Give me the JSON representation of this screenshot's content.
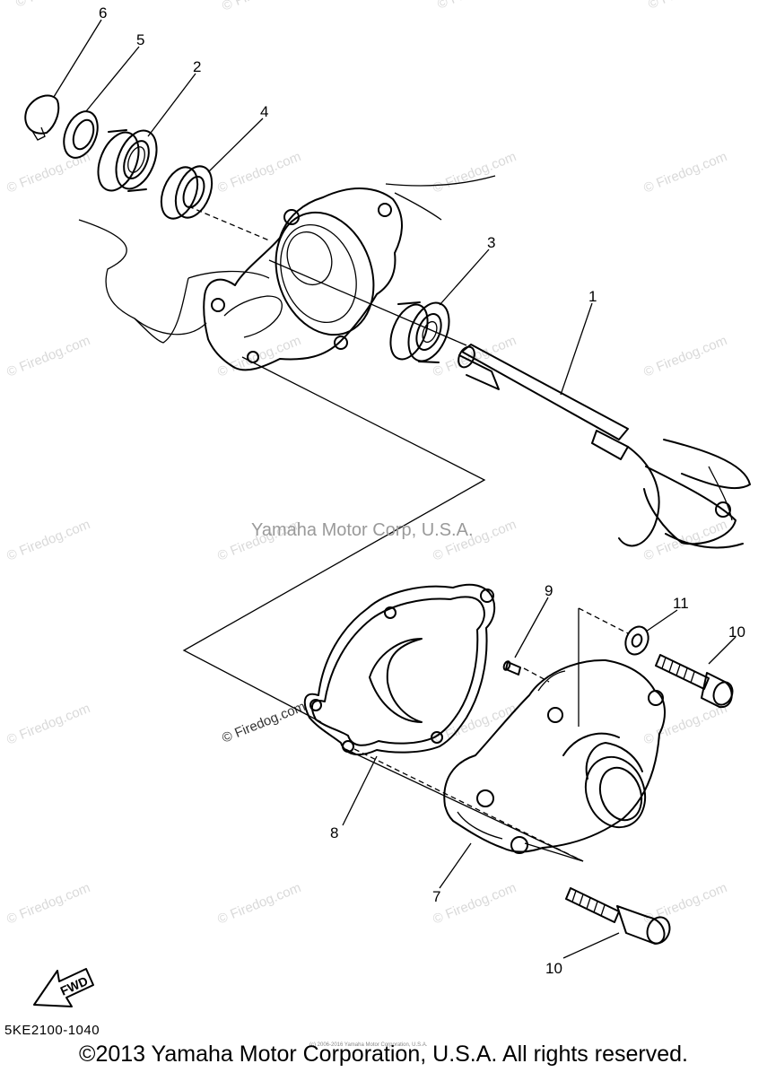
{
  "diagram": {
    "part_code": "5KE2100-1040",
    "copyright": "©2013 Yamaha Motor Corporation, U.S.A. All rights reserved.",
    "center_watermark": "Yamaha Motor Corp, U.S.A.",
    "watermark_text": "© Firedog.com",
    "tiny_note": "(c) 2006-2016 Yamaha Motor Corporation, U.S.A.",
    "fwd_label": "FWD",
    "callouts": {
      "c1": "1",
      "c2": "2",
      "c3": "3",
      "c4": "4",
      "c5": "5",
      "c6": "6",
      "c7": "7",
      "c8": "8",
      "c9": "9",
      "c10a": "10",
      "c10b": "10",
      "c11": "11"
    }
  }
}
